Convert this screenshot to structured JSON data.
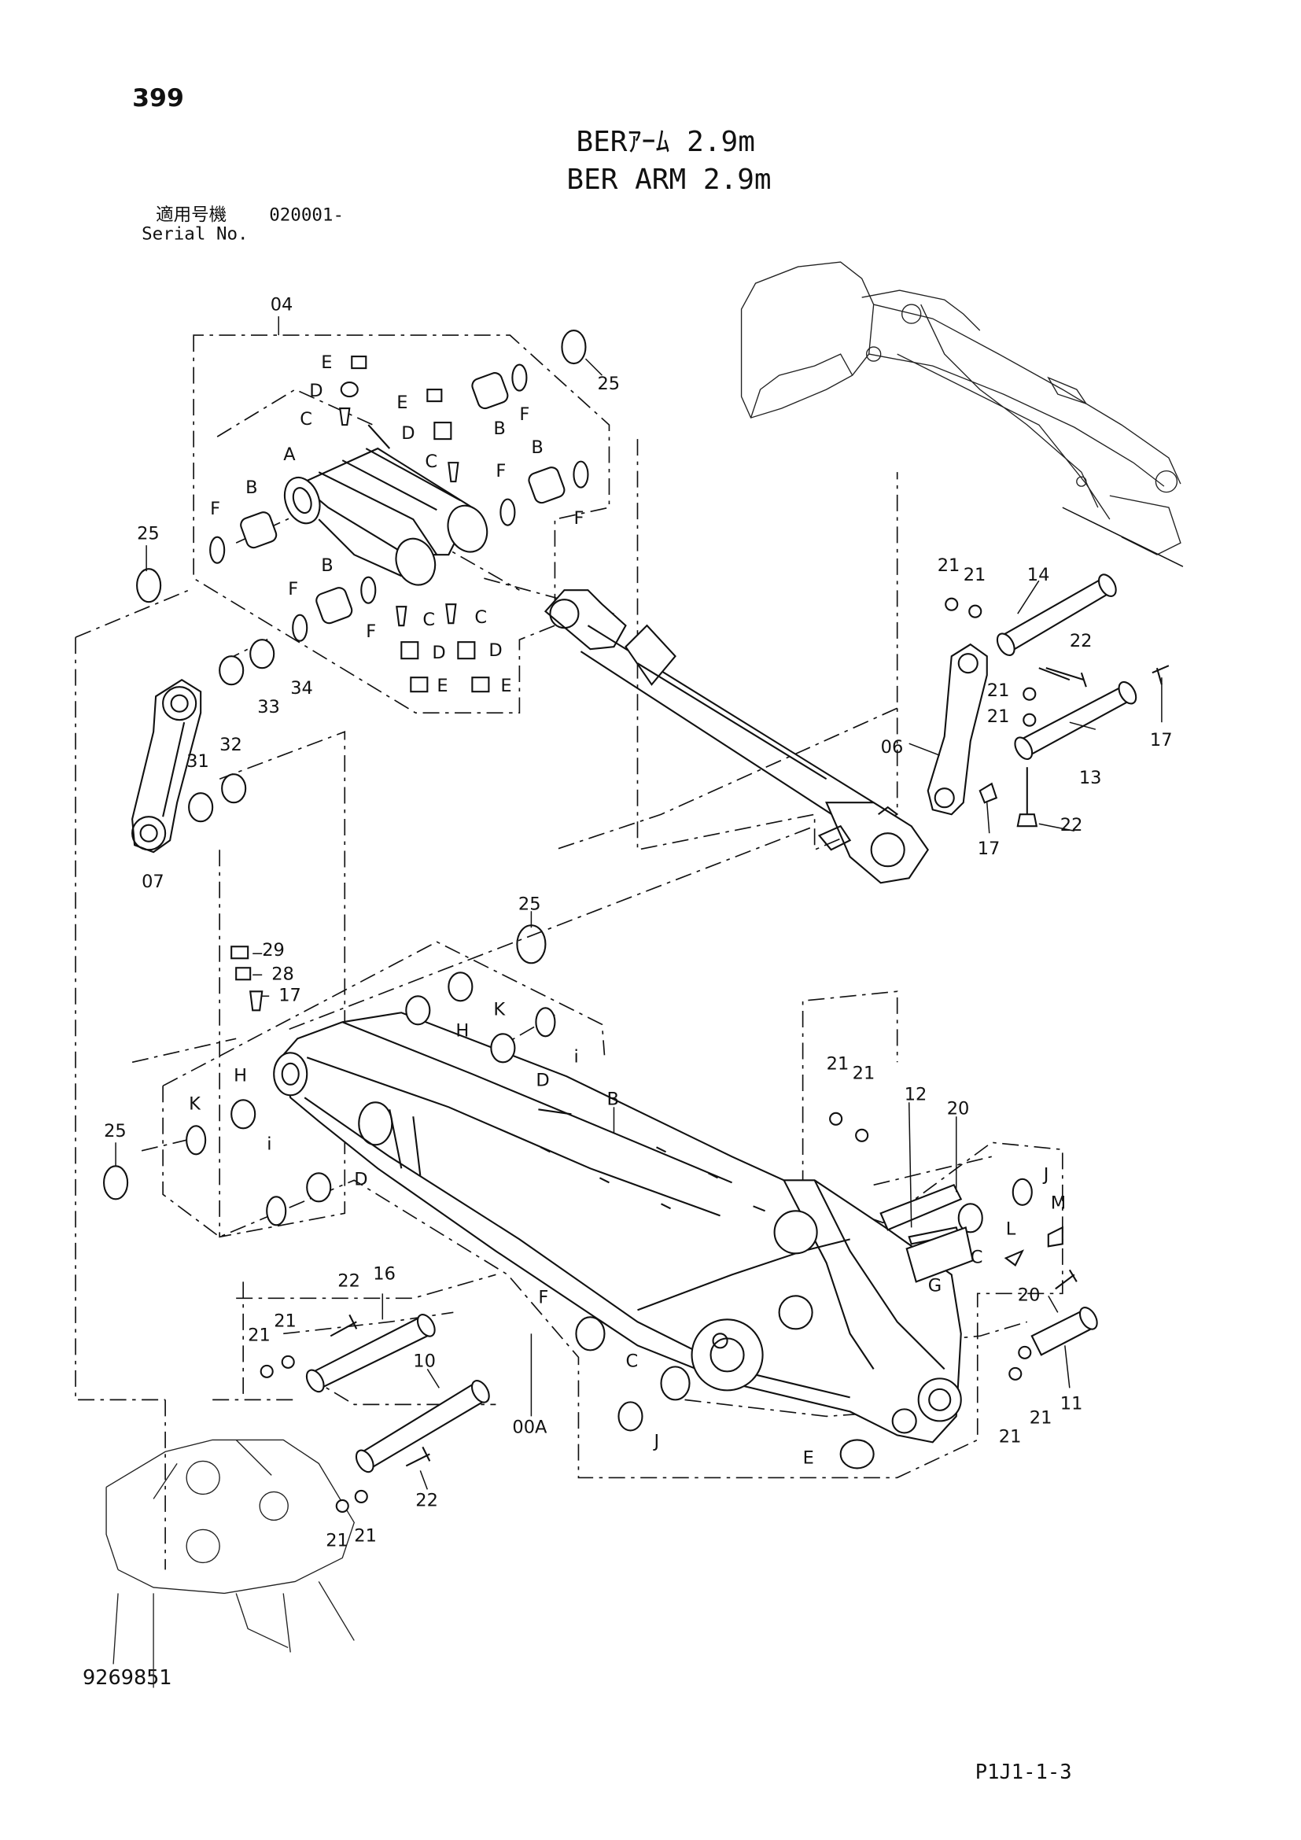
{
  "header": {
    "page_number": "399",
    "title_jp": "BERｱｰﾑ 2.9m",
    "title_en": "BER ARM 2.9m",
    "serial_label_jp": "適用号機",
    "serial_value": "020001-",
    "serial_label_en": "Serial No."
  },
  "footer": {
    "drawing_number": "9269851",
    "sheet_code": "P1J1-1-3"
  },
  "callouts": {
    "c04": "04",
    "c25a": "25",
    "c25b": "25",
    "c25c": "25",
    "c25d": "25",
    "c07": "07",
    "c06": "06",
    "c33": "33",
    "c34": "34",
    "c31": "31",
    "c32": "32",
    "c14": "14",
    "c13": "13",
    "c17a": "17",
    "c17b": "17",
    "c17c": "17",
    "c21a": "21",
    "c21b": "21",
    "c21c": "21",
    "c21d": "21",
    "c22a": "22",
    "c22b": "22",
    "c29": "29",
    "c28": "28",
    "c12": "12",
    "c20a": "20",
    "c21e": "21",
    "c21f": "21",
    "c16": "16",
    "c10": "10",
    "c22c": "22",
    "c22d": "22",
    "c21g": "21",
    "c21h": "21",
    "c21i": "21",
    "c21j": "21",
    "c20b": "20",
    "c11": "11",
    "c21k": "21",
    "c21l": "21",
    "c00A": "00A",
    "A": "A",
    "B1": "B",
    "B2": "B",
    "B3": "B",
    "B4": "B",
    "B5": "B",
    "C1": "C",
    "C2": "C",
    "C3": "C",
    "C4": "C",
    "C5": "C",
    "D1": "D",
    "D2": "D",
    "D3": "D",
    "D4": "D",
    "D5": "D",
    "D6": "D",
    "E1": "E",
    "E2": "E",
    "E3": "E",
    "E4": "E",
    "E5": "E",
    "F1": "F",
    "F2": "F",
    "F3": "F",
    "F4": "F",
    "F5": "F",
    "F6": "F",
    "G": "G",
    "H1": "H",
    "H2": "H",
    "i1": "i",
    "i2": "i",
    "J1": "J",
    "J2": "J",
    "K1": "K",
    "K2": "K",
    "L": "L",
    "M": "M"
  }
}
